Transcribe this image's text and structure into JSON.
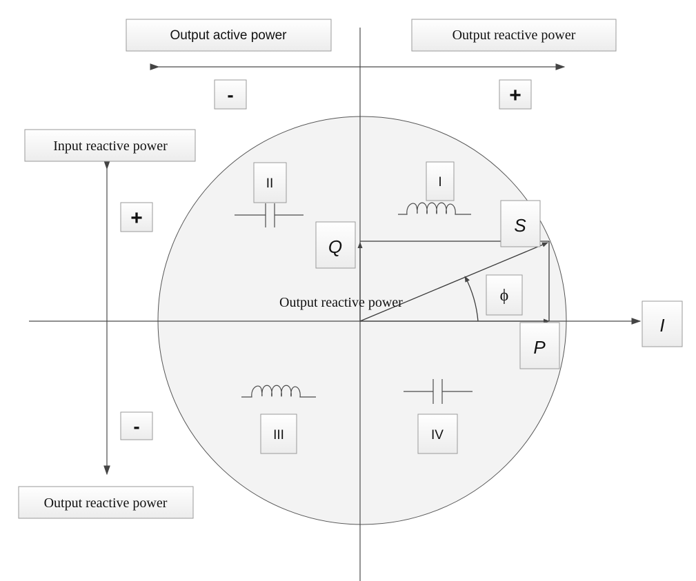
{
  "top": {
    "left_label": "Output active power",
    "right_label": "Output reactive power",
    "minus": "-",
    "plus": "+"
  },
  "left": {
    "top_label": "Input reactive power",
    "bottom_label": "Output reactive power",
    "plus": "+",
    "minus": "-"
  },
  "quadrants": {
    "q1": "I",
    "q2": "II",
    "q3": "III",
    "q4": "IV"
  },
  "vectors": {
    "Q": "Q",
    "S": "S",
    "P": "P",
    "I": "I",
    "phi": "ϕ"
  },
  "center_label": "Output reactive power",
  "colors": {
    "circle_fill": "#f3f3f3",
    "line": "#4a4a4a",
    "box_border": "#9a9a9a"
  }
}
